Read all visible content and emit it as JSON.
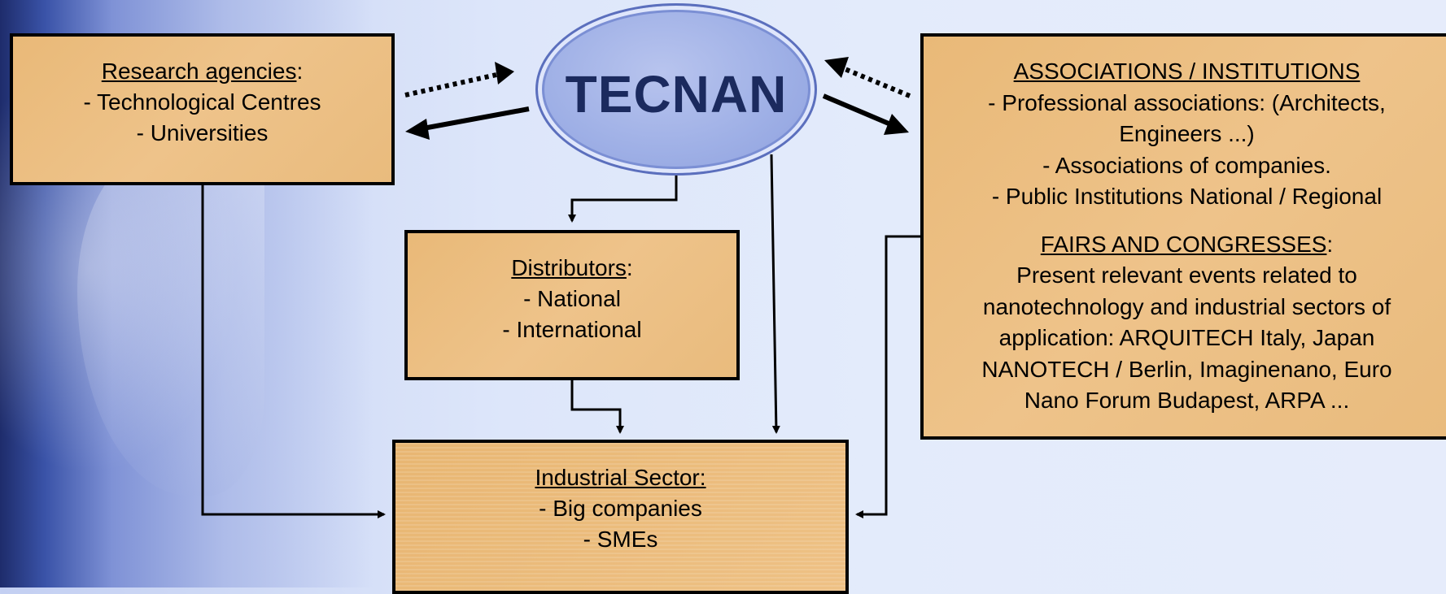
{
  "center": {
    "label": "TECNAN"
  },
  "research": {
    "title": "Research agencies",
    "colon": ":",
    "items": [
      "- Technological Centres",
      "- Universities"
    ]
  },
  "distributors": {
    "title": "Distributors",
    "colon": ":",
    "items": [
      "- National",
      "- International"
    ]
  },
  "industrial": {
    "title": "Industrial Sector:",
    "items": [
      "- Big companies",
      "- SMEs"
    ]
  },
  "associations": {
    "title": "ASSOCIATIONS / INSTITUTIONS",
    "items": [
      "- Professional associations: (Architects,",
      "Engineers ...)",
      "- Associations of companies.",
      "- Public Institutions National / Regional"
    ],
    "fairs_title": "FAIRS AND CONGRESSES",
    "fairs_colon": ":",
    "fairs_lines": [
      "Present relevant events related to",
      "nanotechnology and industrial sectors of",
      "application: ARQUITECH Italy, Japan",
      "NANOTECH / Berlin, Imaginenano, Euro",
      "Nano Forum Budapest, ARPA ..."
    ]
  }
}
